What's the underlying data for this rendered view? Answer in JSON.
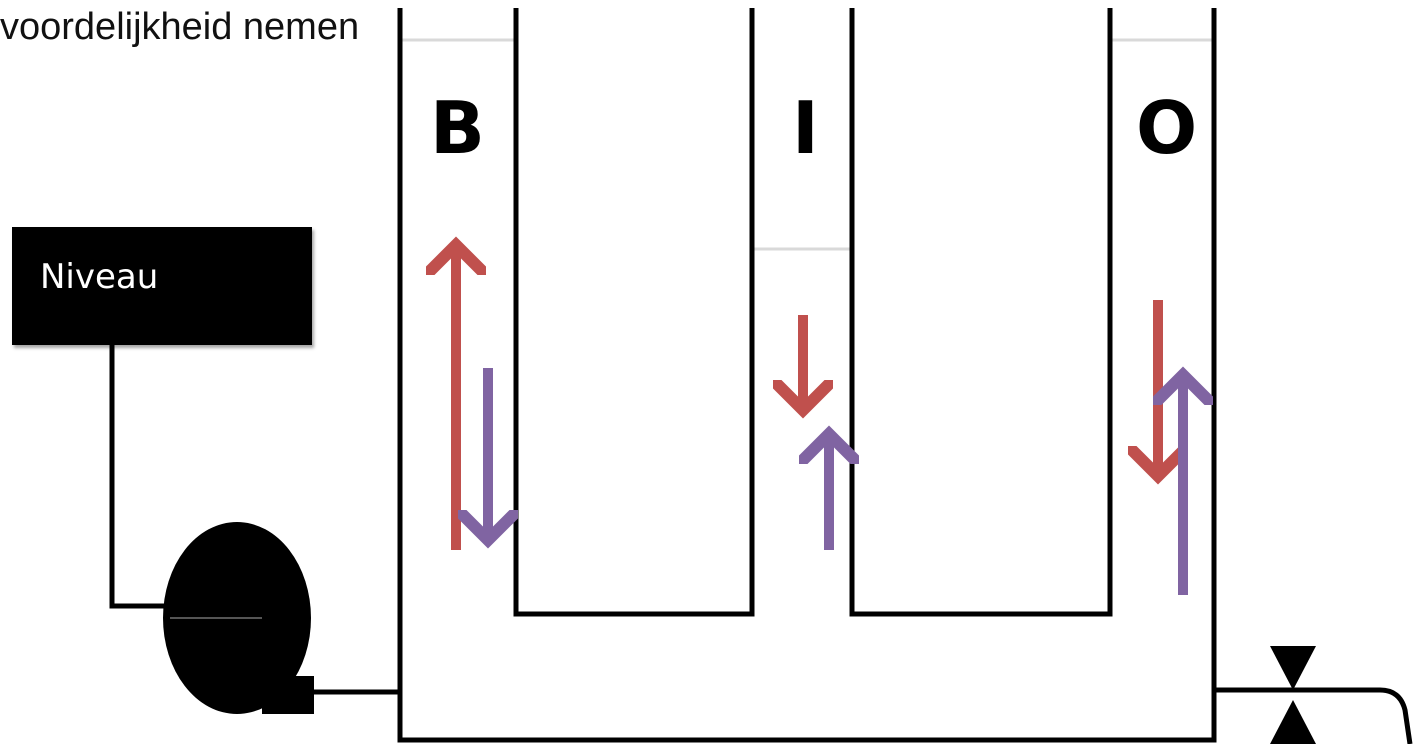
{
  "caption": "voordelijkheid nemen",
  "level_box": {
    "label": "Niveau"
  },
  "compartments": [
    {
      "id": "B",
      "label": "B"
    },
    {
      "id": "I",
      "label": "I"
    },
    {
      "id": "O",
      "label": "O"
    }
  ],
  "colors": {
    "outline": "#000000",
    "red_arrow": "#c0504d",
    "purple_arrow": "#8064a2",
    "level_line": "#d9d9d9",
    "pump_fill": "#000000"
  },
  "icons": [
    "pump-icon",
    "valve-icon"
  ]
}
